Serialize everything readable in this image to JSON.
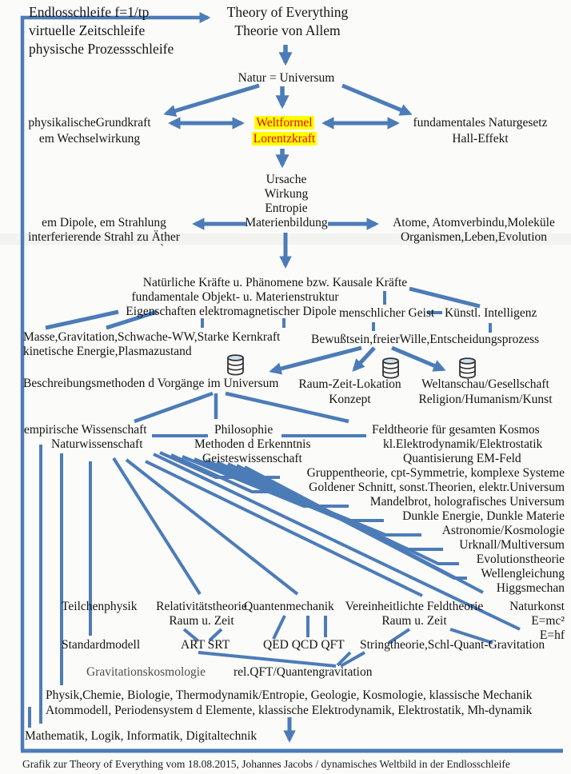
{
  "palette": {
    "line_blue": "#4c7cb8",
    "highlight_bg": "#ffff00",
    "highlight_text": "#e60000",
    "text": "#141414"
  },
  "nodes": {
    "loop_label": {
      "l1": "Endlosschleife  f=1/tp",
      "l2": "virtuelle Zeitschleife",
      "l3": "physische Prozessschleife"
    },
    "title": {
      "l1": "Theory of Everything",
      "l2": "Theorie von Allem"
    },
    "natur": {
      "l1": "Natur = Universum"
    },
    "grundkraft": {
      "l1": "physikalischeGrundkraft",
      "l2": "em Wechselwirkung"
    },
    "weltformel": {
      "l1": "Weltformel",
      "l2": "Lorentzkraft"
    },
    "naturgesetz": {
      "l1": "fundamentales Naturgesetz",
      "l2": "Hall-Effekt"
    },
    "ursache": {
      "l1": "Ursache",
      "l2": "Wirkung",
      "l3": "Entropie",
      "l4": "Materienbildung"
    },
    "dipole": {
      "l1": "em Dipole, em Strahlung",
      "l2": "interferierende Strahl zu Äther"
    },
    "stray_mark": {
      "l1": "`"
    },
    "atome": {
      "l1": "Atome, Atomverbindu,Moleküle",
      "l2": "Organismen,Leben,Evolution"
    },
    "kraefte1": {
      "l1": "Natürliche Kräfte u. Phänomene bzw. Kausale Kräfte"
    },
    "kraefte2": {
      "l1": "fundamentale Objekt- u. Materienstruktur"
    },
    "kraefte3": {
      "l1": "Eigenschaften elektromagnetischer Dipole"
    },
    "geist": {
      "l1": "menschlicher Geist"
    },
    "ki": {
      "l1": "Künstl. Intelligenz"
    },
    "masse": {
      "l1": "Masse,Gravitation,Schwache-WW,Starke Kernkraft",
      "l2": "kinetische Energie,Plasmazustand"
    },
    "bewusstsein": {
      "l1": "Bewußtsein,freierWille,Entscheidungsprozess"
    },
    "beschreibung": {
      "l1": "Beschreibungsmethoden d Vorgänge im Universum"
    },
    "raumzeit": {
      "l1": "Raum-Zeit-Lokation",
      "l2": "Konzept"
    },
    "weltanschau": {
      "l1": "Weltanschau/Gesellschaft",
      "l2": "Religion/Humanism/Kunst"
    },
    "empirisch": {
      "l1": "empirische Wissenschaft"
    },
    "philosophie": {
      "l1": "Philosophie"
    },
    "feldtheorie": {
      "l1": "Feldtheorie für gesamten Kosmos"
    },
    "naturwiss": {
      "l1": "Naturwissenschaft"
    },
    "methoden": {
      "l1": "Methoden d Erkenntnis"
    },
    "klelektro": {
      "l1": "kl.Elektrodynamik/Elektrostatik"
    },
    "geisteswiss": {
      "l1": "Geisteswissenschaft"
    },
    "quantisierung": {
      "l1": "Quantisierung EM-Feld"
    },
    "teilchenphysik": {
      "l1": "Teilchenphysik"
    },
    "relativitaet": {
      "l1": "Relativitätstheorie",
      "l2": "Raum u. Zeit"
    },
    "quantenmechanik": {
      "l1": "Quantenmechanik"
    },
    "vereinheitlicht": {
      "l1": "Vereinheitlichte Feldtheorie",
      "l2": "Raum u. Zeit"
    },
    "naturkonst": {
      "l1": "Naturkonst",
      "l2": "E=mc²",
      "l3": "E=hf"
    },
    "standardmodell": {
      "l1": "Standardmodell"
    },
    "artsrt": {
      "l1": "ART SRT"
    },
    "qedqcdqft": {
      "l1": "QED QCD QFT"
    },
    "stringtheorie": {
      "l1": "Stringtheorie,Schl-Quant-Gravitation"
    },
    "gravkosmo": {
      "l1": "Gravitationskosmologie"
    },
    "relqft": {
      "l1": "rel.QFT/Quantengravitation"
    },
    "physik": {
      "l1": "Physik,Chemie, Biologie, Thermodynamik/Entropie, Geologie, Kosmologie, klassische Mechanik",
      "l2": "Atommodell, Periodensystem d Elemente, klassische Elektrodynamik, Elektrostatik, Mh-dynamik"
    },
    "mathematik": {
      "l1": "Mathematik, Logik, Informatik, Digitaltechnik"
    }
  },
  "right_list": {
    "items": [
      "Gruppentheorie, cpt-Symmetrie, komplexe Systeme",
      "Goldener Schnitt, sonst.Theorien, elektr.Universum",
      "Mandelbrot, holografisches Universum",
      "Dunkle Energie, Dunkle Materie",
      "Astronomie/Kosmologie",
      "Urknall/Multiversum",
      "Evolutionstheorie",
      "Wellengleichung",
      "Higgsmechan"
    ]
  },
  "icons": {
    "database": "database-icon"
  },
  "caption": {
    "text": "Grafik zur Theory of Everything vom 18.08.2015, Johannes Jacobs / dynamisches Weltbild in der Endlosschleife"
  }
}
